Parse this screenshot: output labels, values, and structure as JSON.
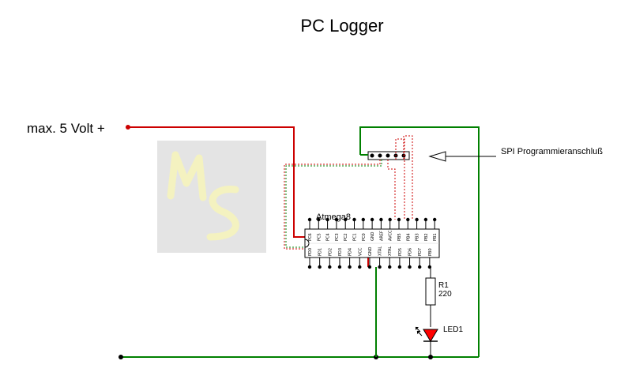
{
  "title": "PC Logger",
  "input_label": "max. 5 Volt +",
  "spi_label": "SPI Programmieranschluß",
  "chip_label": "Atmega8",
  "resistor": {
    "name": "R1",
    "value": "220"
  },
  "led_label": "LED1",
  "logo_text": "MS",
  "top_pins": [
    "PC6",
    "PC5",
    "PC4",
    "PC3",
    "PC2",
    "PC1",
    "PC0",
    "GND",
    "AREF",
    "AVCC",
    "PB5",
    "PB4",
    "PB3",
    "PB2",
    "PB1"
  ],
  "bottom_pins": [
    "PD0",
    "PD1",
    "PD2",
    "PD3",
    "PD4",
    "VCC",
    "GND",
    "XTAL",
    "XTAL",
    "PD5",
    "PD6",
    "PD7",
    "PB0"
  ],
  "colors": {
    "wire_red": "#cc0000",
    "wire_green": "#008000",
    "led_red": "#ff0000",
    "logo_bg": "#e4e4e4",
    "logo_fg": "#f4f2c0"
  }
}
